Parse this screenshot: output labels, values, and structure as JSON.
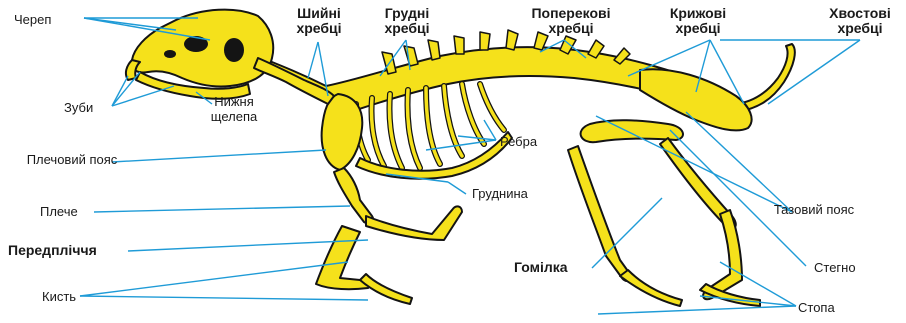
{
  "colors": {
    "bone": "#f5e11b",
    "bone_outline": "#141414",
    "leader_line": "#1f9bd7",
    "label_text": "#1a1a1a"
  },
  "labels": {
    "skull": "Череп",
    "cervical_vertebrae": "Шийні хребці",
    "thoracic_vertebrae": "Грудні хребці",
    "lumbar_vertebrae": "Поперекові хребці",
    "sacral_vertebrae": "Крижові хребці",
    "caudal_vertebrae": "Хвостові хребці",
    "teeth": "Зуби",
    "lower_jaw": "Нижня щелепа",
    "ribs": "Ребра",
    "shoulder_girdle": "Плечовий пояс",
    "sternum": "Груднина",
    "humerus": "Плече",
    "forearm": "Передпліччя",
    "hand": "Кисть",
    "shin": "Гомілка",
    "pelvic_girdle": "Тазовий пояс",
    "thigh": "Стегно",
    "foot": "Стопа"
  }
}
